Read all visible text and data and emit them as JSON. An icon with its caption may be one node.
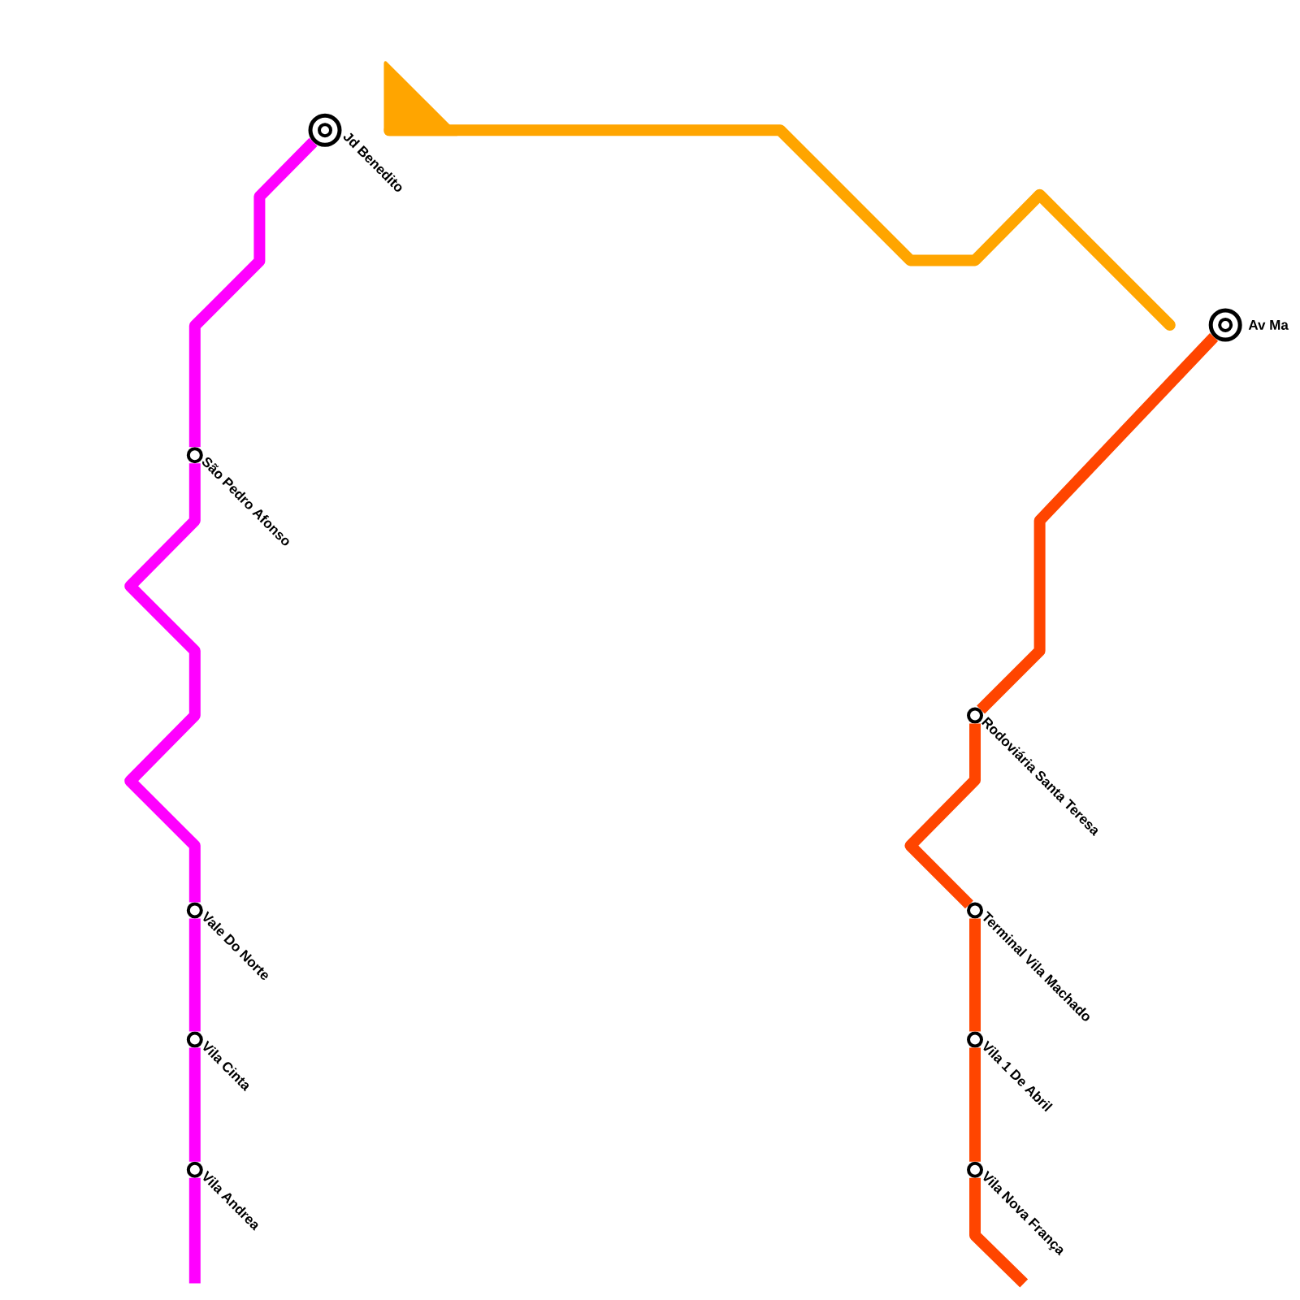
{
  "diagram": {
    "nodes": [
      {
        "text": [
          "Jd Benedito"
        ]
      },
      {
        "text": [
          "São Pedro Afonso"
        ]
      },
      {
        "text": [
          "Vale Do Norte"
        ]
      },
      {
        "text": [
          "Vila Cinta"
        ]
      },
      {
        "text": [
          "Vila Andrea"
        ]
      },
      {
        "text": [
          "Av Ma"
        ]
      },
      {
        "text": [
          "Rodoviária Santa Teresa"
        ]
      },
      {
        "text": [
          "Terminal Vila Machado"
        ]
      },
      {
        "text": [
          "Vila 1 De Abril"
        ]
      },
      {
        "text": [
          "Vila Nova França"
        ]
      }
    ],
    "edges": [
      {
        "from": 0,
        "to": 1,
        "arrow": "none",
        "color": "#ff00ff"
      },
      {
        "from": 1,
        "to": 2,
        "arrow": "none",
        "color": "#ff00ff"
      },
      {
        "from": 2,
        "to": 3,
        "arrow": "none",
        "color": "#ff00ff"
      },
      {
        "from": 3,
        "to": 4,
        "arrow": "none",
        "color": "#ff00ff"
      },
      {
        "from": 4,
        "to": null,
        "arrow": "none",
        "color": "#ff00ff"
      },
      {
        "from": 5,
        "to": 6,
        "arrow": "none",
        "color": "#ff4500"
      },
      {
        "from": 6,
        "to": 7,
        "arrow": "none",
        "color": "#ff4500"
      },
      {
        "from": 7,
        "to": 8,
        "arrow": "none",
        "color": "#ff4500"
      },
      {
        "from": 8,
        "to": 9,
        "arrow": "none",
        "color": "#ff4500"
      },
      {
        "from": 9,
        "to": null,
        "arrow": "none",
        "color": "#ff4500"
      }
    ]
  }
}
